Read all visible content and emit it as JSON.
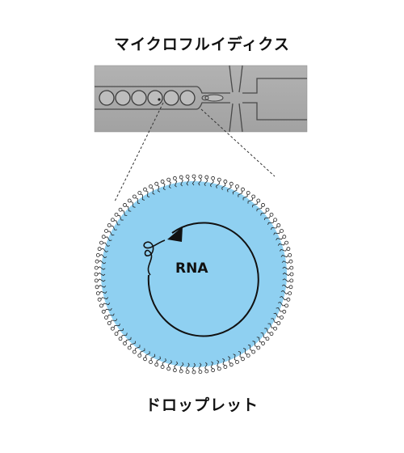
{
  "labels": {
    "top": "マイクロフルイディクス",
    "molecule": "RNA",
    "bottom": "ドロップレット"
  },
  "colors": {
    "droplet_fill": "#8FD0F1",
    "micrograph_bg": "#A9A9A9",
    "channel_line": "#4A4A4A",
    "lipid": "#222222"
  }
}
